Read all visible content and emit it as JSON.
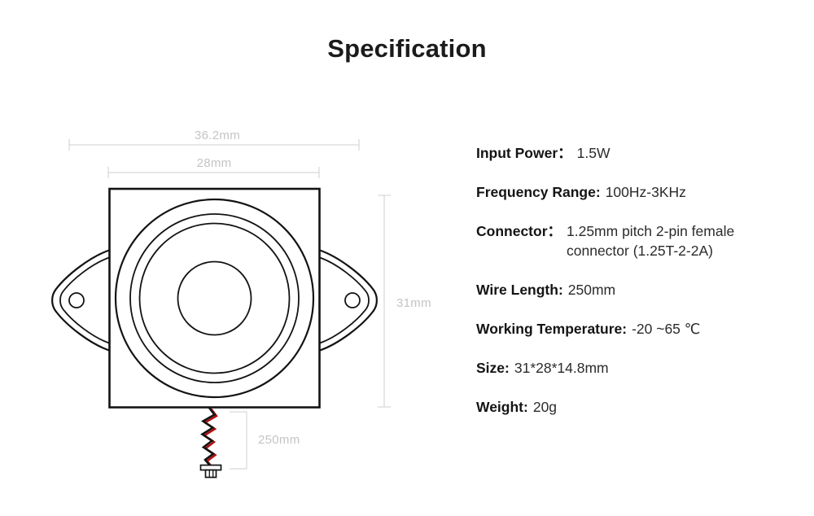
{
  "page": {
    "title": "Specification"
  },
  "diagram": {
    "dimensions": {
      "outer_width": "36.2mm",
      "body_width": "28mm",
      "body_height": "31mm",
      "wire_length": "250mm"
    },
    "colors": {
      "outline": "#131313",
      "dimension_gray": "#c4c4c4",
      "wire_red": "#b40f0f"
    }
  },
  "specs": {
    "items": [
      {
        "label": "Input Power：",
        "value": "1.5W"
      },
      {
        "label": "Frequency Range:",
        "value": "100Hz-3KHz"
      },
      {
        "label": "Connector：",
        "value": "1.25mm pitch 2-pin female connector (1.25T-2-2A)"
      },
      {
        "label": "Wire Length:",
        "value": "250mm"
      },
      {
        "label": "Working Temperature:",
        "value": "-20 ~65 ℃"
      },
      {
        "label": "Size:",
        "value": "31*28*14.8mm"
      },
      {
        "label": "Weight:",
        "value": "20g"
      }
    ]
  }
}
